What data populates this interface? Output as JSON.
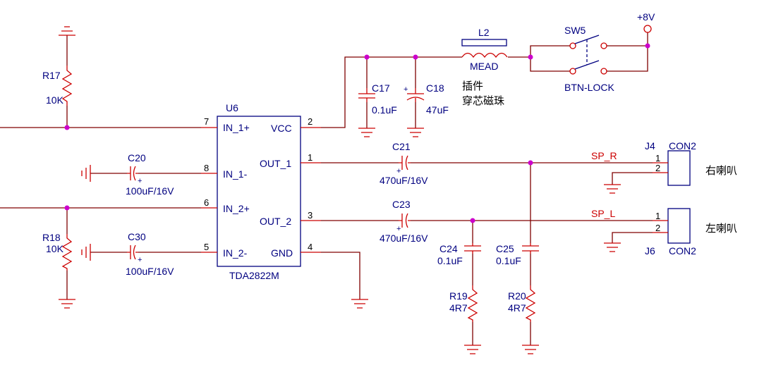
{
  "ic": {
    "ref": "U6",
    "part": "TDA2822M",
    "pins": {
      "in1p": {
        "name": "IN_1+",
        "num": "7"
      },
      "in1m": {
        "name": "IN_1-",
        "num": "8"
      },
      "in2p": {
        "name": "IN_2+",
        "num": "6"
      },
      "in2m": {
        "name": "IN_2-",
        "num": "5"
      },
      "vcc": {
        "name": "VCC",
        "num": "2"
      },
      "out1": {
        "name": "OUT_1",
        "num": "1"
      },
      "out2": {
        "name": "OUT_2",
        "num": "3"
      },
      "gnd": {
        "name": "GND",
        "num": "4"
      }
    }
  },
  "resistors": {
    "r17": {
      "ref": "R17",
      "value": "10K"
    },
    "r18": {
      "ref": "R18",
      "value": "10K"
    },
    "r19": {
      "ref": "R19",
      "value": "4R7"
    },
    "r20": {
      "ref": "R20",
      "value": "4R7"
    }
  },
  "capacitors": {
    "c17": {
      "ref": "C17",
      "value": "0.1uF"
    },
    "c18": {
      "ref": "C18",
      "value": "47uF"
    },
    "c20": {
      "ref": "C20",
      "value": "100uF/16V"
    },
    "c30": {
      "ref": "C30",
      "value": "100uF/16V"
    },
    "c21": {
      "ref": "C21",
      "value": "470uF/16V"
    },
    "c23": {
      "ref": "C23",
      "value": "470uF/16V"
    },
    "c24": {
      "ref": "C24",
      "value": "0.1uF"
    },
    "c25": {
      "ref": "C25",
      "value": "0.1uF"
    }
  },
  "polarity": "+",
  "inductor": {
    "ref": "L2",
    "value": "MEAD",
    "note_line1": "插件",
    "note_line2": "穿芯磁珠"
  },
  "switch": {
    "ref": "SW5",
    "value": "BTN-LOCK"
  },
  "power": {
    "label": "+8V"
  },
  "connectors": {
    "j4": {
      "ref": "J4",
      "part": "CON2",
      "pin1": "1",
      "pin2": "2",
      "label": "右喇叭"
    },
    "j6": {
      "ref": "J6",
      "part": "CON2",
      "pin1": "1",
      "pin2": "2",
      "label": "左喇叭"
    }
  },
  "nets": {
    "sp_r": "SP_R",
    "sp_l": "SP_L"
  },
  "colors": {
    "wire": "#800000",
    "pin_wire": "#cc0000",
    "part": "#000080",
    "junction": "#cc00cc"
  }
}
